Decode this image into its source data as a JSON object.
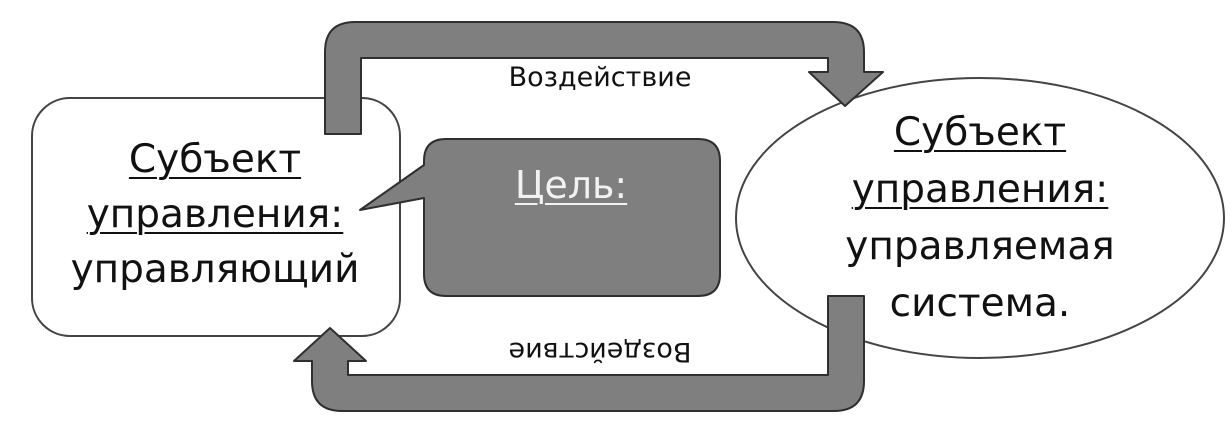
{
  "diagram": {
    "left_node": {
      "title_line1": "Субъект",
      "title_line2": "управления:",
      "role": "управляющий"
    },
    "right_node": {
      "title_line1": "Субъект",
      "title_line2": "управления:",
      "role_line1": "управляемая",
      "role_line2": "система."
    },
    "goal_callout": {
      "label": "Цель:"
    },
    "top_arrow": {
      "label": "Воздействие"
    },
    "bottom_arrow": {
      "label": "Воздействие"
    }
  },
  "colors": {
    "arrow_fill": "#7f7f7f",
    "arrow_stroke": "#2f2f2f",
    "callout_fill": "#7f7f7f",
    "node_stroke": "#444444",
    "background": "#ffffff"
  }
}
